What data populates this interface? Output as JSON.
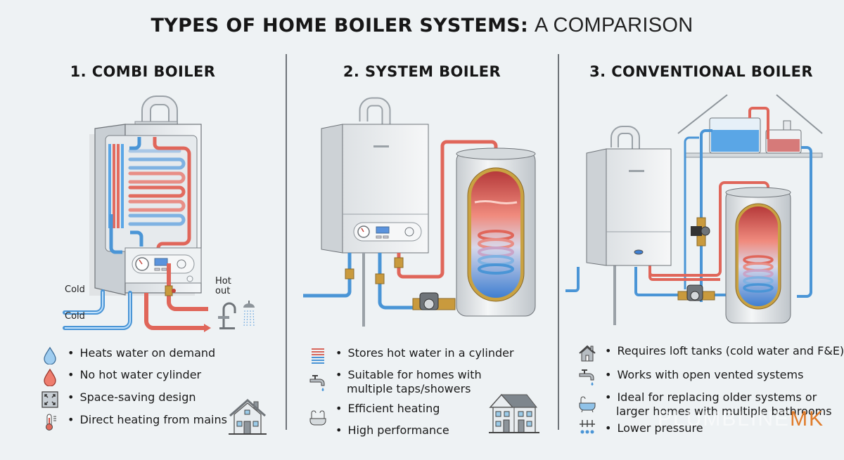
{
  "header": {
    "title_bold": "TYPES OF HOME BOILER SYSTEMS:",
    "title_light": "A COMPARISON"
  },
  "columns": [
    {
      "title": "1. COMBI BOILER",
      "illustration": {
        "labels": {
          "cold_top": "Cold",
          "cold_bottom": "Cold",
          "hot_out_line1": "Hot",
          "hot_out_line2": "out"
        }
      },
      "features": [
        {
          "icon": "water-drop-blue-icon",
          "text": "Heats water on demand"
        },
        {
          "icon": "water-drop-red-icon",
          "text": "No hot water cylinder"
        },
        {
          "icon": "expand-arrows-icon",
          "text": "Space-saving design"
        },
        {
          "icon": "thermometer-icon",
          "text": "Direct heating from mains"
        }
      ],
      "house_icon": "small-house-icon"
    },
    {
      "title": "2. SYSTEM BOILER",
      "features": [
        {
          "icon": "coil-icon",
          "text": "Stores hot water in a cylinder"
        },
        {
          "icon": "tap-icon",
          "text_line1": "Suitable for homes with",
          "text_line2": "multiple taps/showers"
        },
        {
          "icon": "bathtub-shower-icon",
          "text": "Efficient heating"
        },
        {
          "icon": "",
          "text": "High performance"
        }
      ],
      "house_icon": "semi-detached-house-icon"
    },
    {
      "title": "3. CONVENTIONAL BOILER",
      "features": [
        {
          "icon": "house-icon",
          "text": "Requires loft tanks (cold water and F&E)"
        },
        {
          "icon": "tap-icon",
          "text": "Works with open vented systems"
        },
        {
          "icon": "bathtub-icon",
          "text_line1": "Ideal for replacing older systems or",
          "text_line2": "larger homes with multiple bathrooms"
        },
        {
          "icon": "multi-tap-drops-icon",
          "text": "Lower pressure"
        }
      ]
    }
  ],
  "watermark": {
    "brand": "PLUMBLINE",
    "suffix": "MK"
  },
  "colors": {
    "background": "#eef2f4",
    "hot_pipe": "#e0665a",
    "cold_pipe": "#4a95d6",
    "divider": "#6f7479",
    "brand_accent": "#e07b2a"
  }
}
